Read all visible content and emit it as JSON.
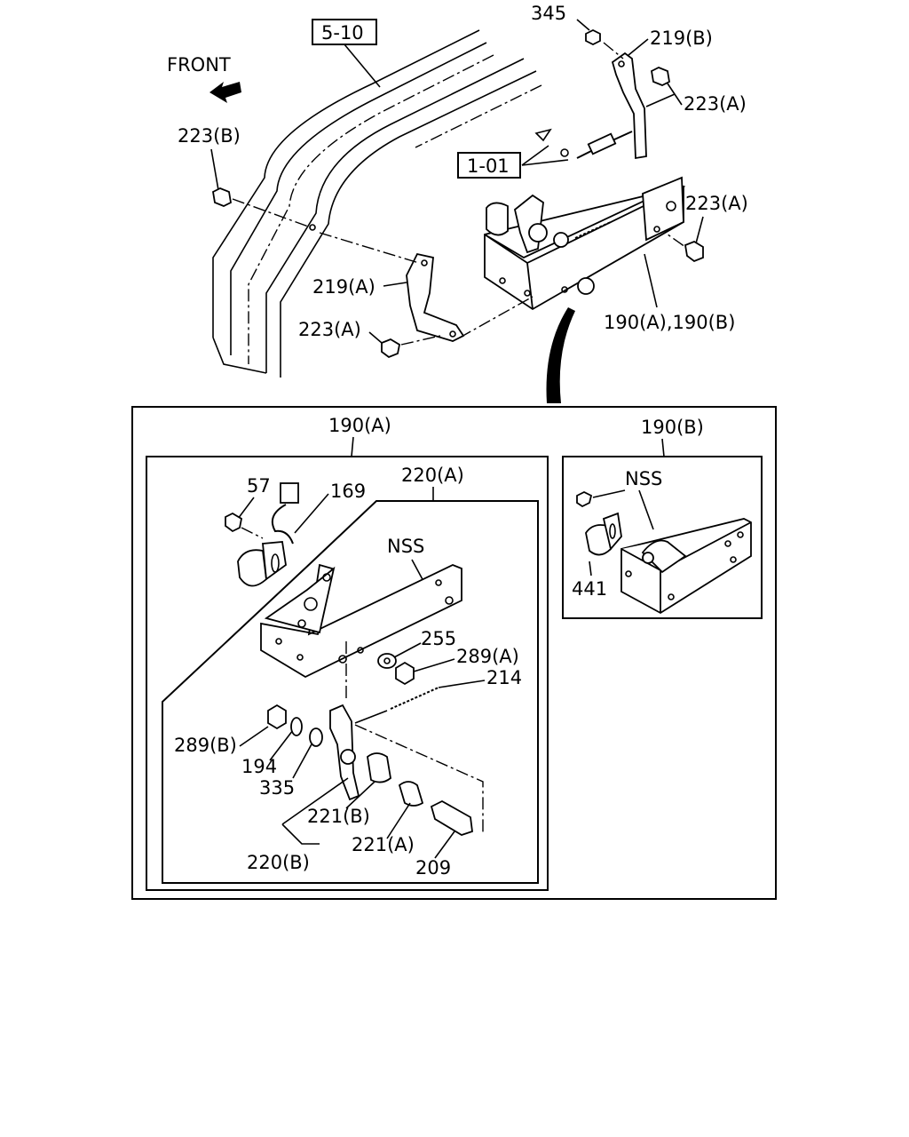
{
  "direction_label": "FRONT",
  "references": {
    "ref_5_10": "5-10",
    "ref_1_01": "1-01"
  },
  "callouts": {
    "c345": "345",
    "c219b_top": "219(B)",
    "c223a_top": "223(A)",
    "c223b": "223(B)",
    "c223a_mid": "223(A)",
    "c219a": "219(A)",
    "c223a_bottom": "223(A)",
    "c190ab": "190(A),190(B)"
  },
  "detail_a": {
    "title": "190(A)",
    "c57": "57",
    "c169": "169",
    "c220a": "220(A)",
    "nss": "NSS",
    "c255": "255",
    "c289a": "289(A)",
    "c214": "214",
    "c289b": "289(B)",
    "c194": "194",
    "c335": "335",
    "c221b": "221(B)",
    "c221a": "221(A)",
    "c220b": "220(B)",
    "c209": "209"
  },
  "detail_b": {
    "title": "190(B)",
    "nss": "NSS",
    "c441": "441"
  }
}
